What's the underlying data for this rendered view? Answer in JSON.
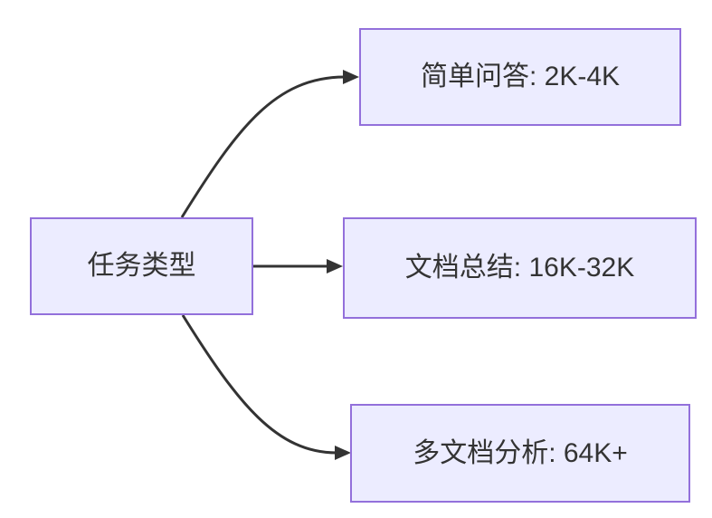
{
  "diagram": {
    "type": "flowchart",
    "direction": "LR",
    "nodes": [
      {
        "id": "task-type",
        "label": "任务类型"
      },
      {
        "id": "simple-qa",
        "label": "简单问答: 2K-4K"
      },
      {
        "id": "doc-summary",
        "label": "文档总结: 16K-32K"
      },
      {
        "id": "multi-doc",
        "label": "多文档分析: 64K+"
      }
    ],
    "edges": [
      {
        "from": "task-type",
        "to": "simple-qa",
        "style": "curved-up"
      },
      {
        "from": "task-type",
        "to": "doc-summary",
        "style": "straight"
      },
      {
        "from": "task-type",
        "to": "multi-doc",
        "style": "curved-down"
      }
    ]
  },
  "colors": {
    "background": "#FFFFFF",
    "node_fill": "#ECECFF",
    "node_border": "#9370DB",
    "arrow": "#333333",
    "text": "#333333"
  }
}
